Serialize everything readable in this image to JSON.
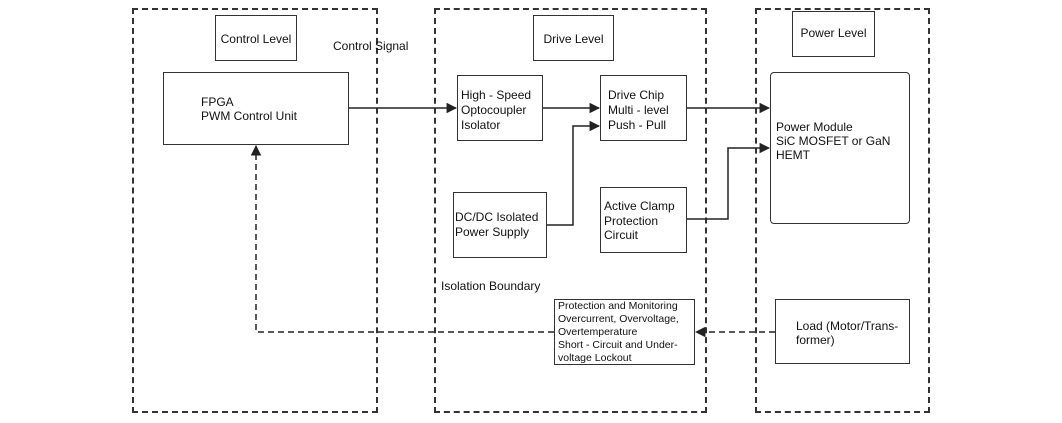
{
  "regions": {
    "control": {
      "title": "Control Level"
    },
    "drive": {
      "title": "Drive Level"
    },
    "power": {
      "title": "Power Level"
    }
  },
  "annotations": {
    "control_signal": "Control Signal",
    "isolation_boundary": "Isolation Boundary"
  },
  "blocks": {
    "fpga": {
      "lines": [
        "FPGA",
        "PWM Control Unit"
      ]
    },
    "optocoupler": {
      "lines": [
        "High - Speed",
        "Optocoupler",
        "Isolator"
      ]
    },
    "drive_chip": {
      "lines": [
        "Drive Chip",
        "Multi - level",
        "Push - Pull"
      ]
    },
    "dcdc": {
      "lines": [
        "DC/DC Isolated",
        "Power Supply"
      ]
    },
    "active_clamp": {
      "lines": [
        "Active Clamp",
        "Protection",
        "Circuit"
      ]
    },
    "power_module": {
      "lines": [
        "Power Module",
        "SiC MOSFET or GaN",
        "HEMT"
      ]
    },
    "protection": {
      "lines": [
        "Protection and Monitoring",
        "Overcurrent, Overvoltage,",
        "Overtemperature",
        "Short - Circuit and Under-",
        "voltage Lockout"
      ]
    },
    "load": {
      "lines": [
        "Load (Motor/Trans-",
        "former)"
      ]
    }
  }
}
